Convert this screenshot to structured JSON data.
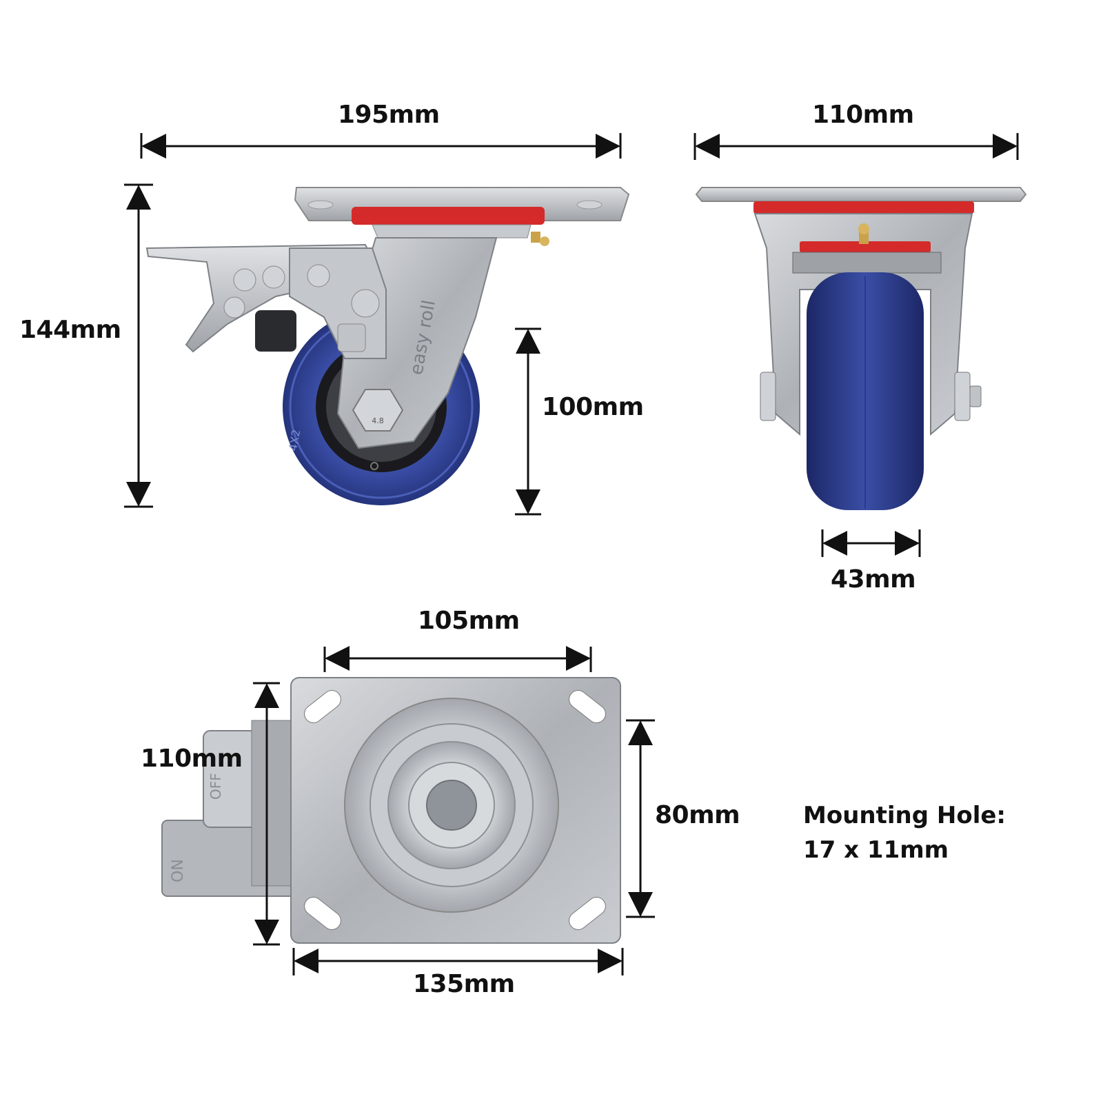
{
  "colors": {
    "background": "#ffffff",
    "dimension_line": "#111111",
    "steel": "#b9bcc0",
    "wheel_blue": "#2d3f8f",
    "seal_red": "#d42a2a",
    "brass": "#c9a24a"
  },
  "views": {
    "side": {
      "overall_width": "195mm",
      "overall_height": "144mm",
      "wheel_diameter": "100mm",
      "brand_mark": "easy roll",
      "wheel_marking": "4X2",
      "bolt_marking": "4.8"
    },
    "front": {
      "plate_width": "110mm",
      "wheel_width": "43mm"
    },
    "top": {
      "hole_spacing_x": "105mm",
      "plate_length": "135mm",
      "plate_width": "110mm",
      "hole_spacing_y": "80mm",
      "brake_marking_on": "ON",
      "brake_marking_off": "OFF"
    }
  },
  "note": {
    "line1": "Mounting Hole:",
    "line2": "17 x 11mm"
  }
}
